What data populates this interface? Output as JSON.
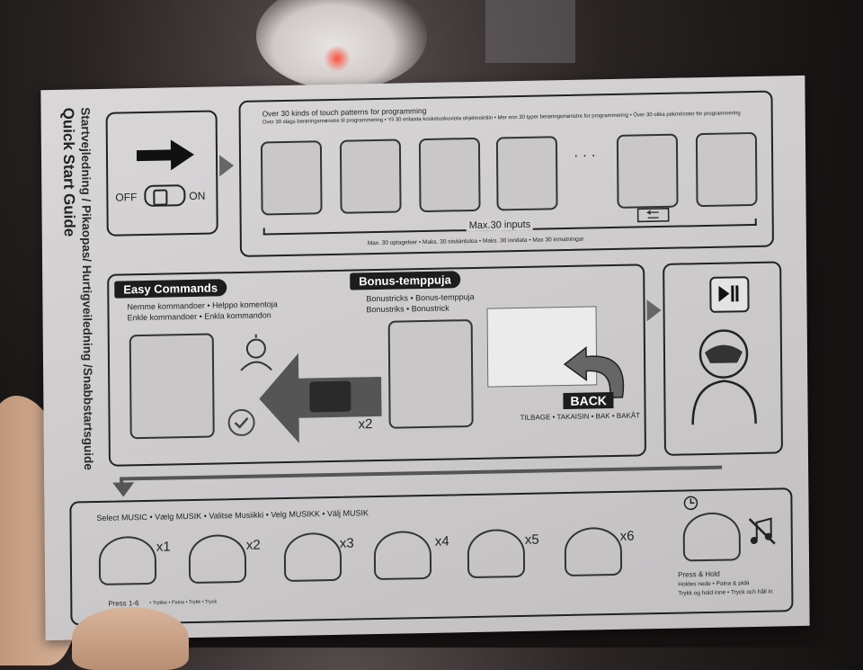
{
  "guide": {
    "title": "Quick Start Guide",
    "subtitle": "Startvejledning / Pikaopas/ Hurtigveiledning /Snabbstartsguide"
  },
  "power": {
    "off": "OFF",
    "on": "ON"
  },
  "programming": {
    "heading": "Over 30 kinds of touch patterns for programming",
    "subheading": "Over 30 slags berøringsmønstre til programmering • Yli 30 erilaista kosketuskuviota ohjelmointiin • Mer enn 30 typer berøringsmønstre for programmering • Över 30 olika pekmönster för programmering",
    "ellipsis": "· · ·",
    "max_inputs": "Max.30 inputs",
    "max_inputs_translations": "Max. 30 optagelser • Maks. 30 sisääntuloa • Maks. 30 inndata • Max 30 inmatningar"
  },
  "easy": {
    "title": "Easy Commands",
    "line1": "Nemme kommandoer • Helppo komentoja",
    "line2": "Enkle kommandoer • Enkla kommandon",
    "times": "x2"
  },
  "bonus": {
    "title": "Bonus-temppuja",
    "line1": "Bonustricks • Bonus-temppuja",
    "line2": "Bonustriks • Bonustrick",
    "back": "BACK",
    "back_translations": "TILBAGE • TAKAISIN • BAK • BAKÅT"
  },
  "music": {
    "select": "Select MUSIC • Vælg MUSIK • Valitse Musiikki • Velg MUSIKK • Välj MUSIK",
    "counts": [
      "x1",
      "x2",
      "x3",
      "x4",
      "x5",
      "x6"
    ],
    "press": "Press 1-6",
    "press_translations": "• Trykke • Paina • Trykk • Tryck",
    "hold": "Press & Hold",
    "hold_line2": "Holdes nede • Paina & pidä",
    "hold_line3": "Trykk og hold inne • Tryck och håll in"
  }
}
